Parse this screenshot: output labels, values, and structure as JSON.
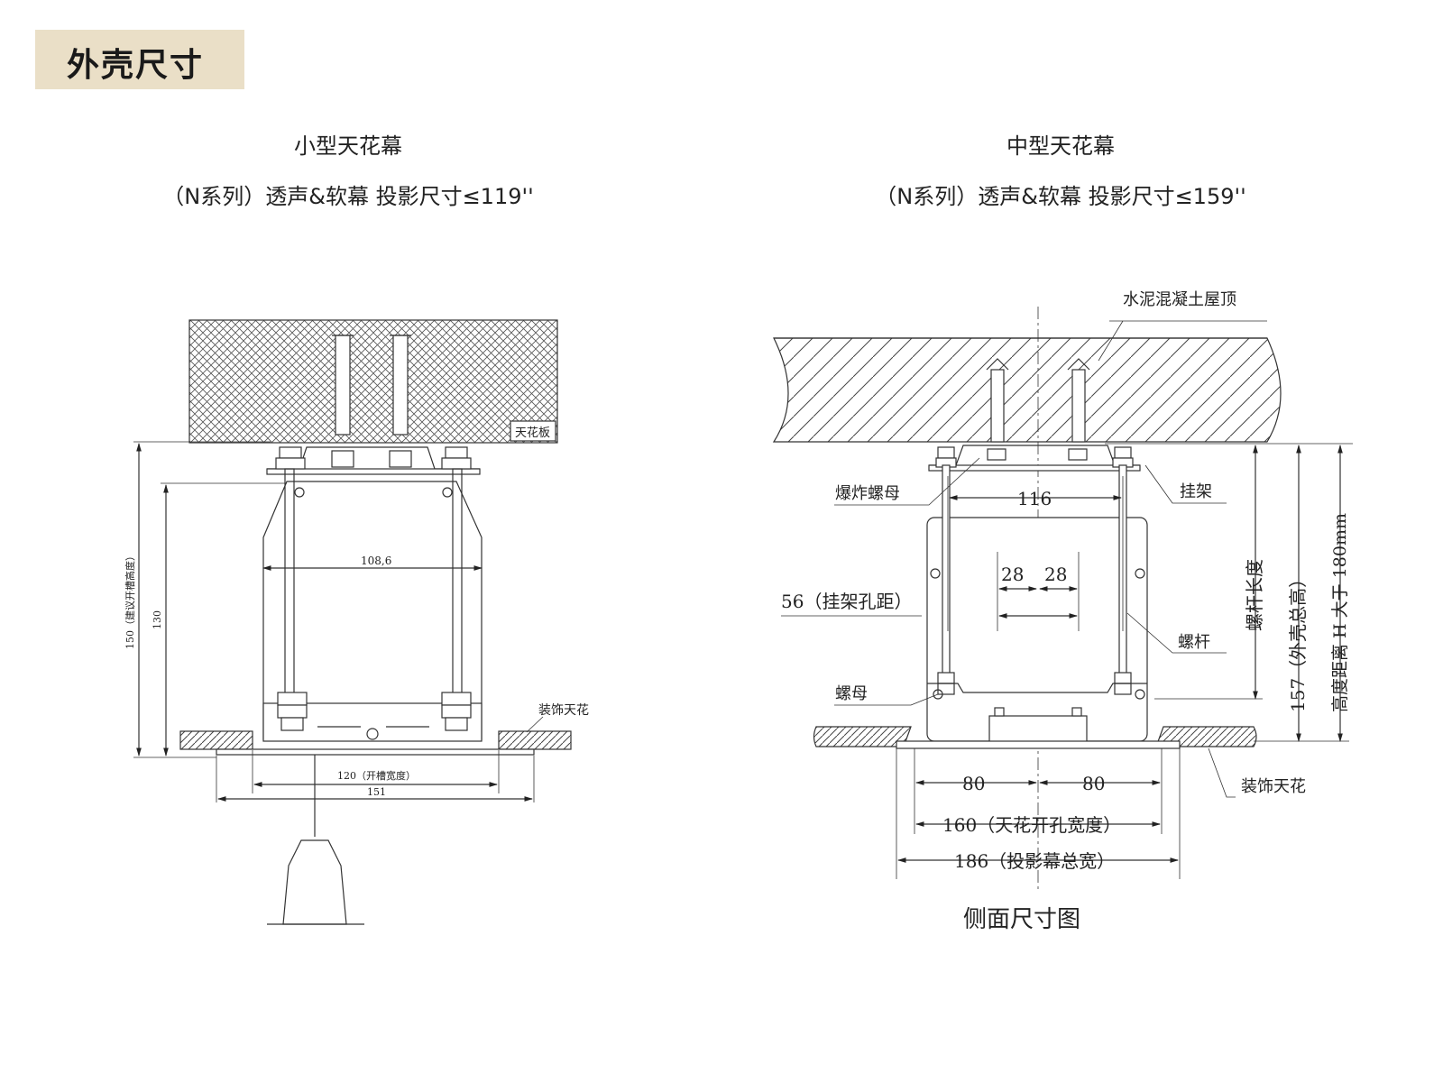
{
  "header": {
    "tag_title": "外壳尺寸"
  },
  "left": {
    "title": "小型天花幕",
    "subtitle": "（N系列）透声&软幕 投影尺寸≤119''",
    "labels": {
      "ceiling_board": "天花板",
      "deco_ceiling": "装饰天花",
      "dim_inner_width": "108,6",
      "dim_height_150": "150（建议开槽高度）",
      "dim_height_130": "130",
      "dim_slot_width": "120（开槽宽度）",
      "dim_total_width": "151"
    }
  },
  "right": {
    "title": "中型天花幕",
    "subtitle": "（N系列）透声&软幕 投影尺寸≤159''",
    "labels": {
      "concrete_roof": "水泥混凝土屋顶",
      "expansion_nut": "爆炸螺母",
      "hanger": "挂架",
      "dim_116": "116",
      "dim_28a": "28",
      "dim_28b": "28",
      "dim_56": "56（挂架孔距）",
      "rod": "螺杆",
      "nut": "螺母",
      "rod_length": "螺杆长度",
      "dim_157": "157（外壳总高）",
      "dim_H": "高度距离 H 大于 180mm",
      "deco_ceiling": "装饰天花",
      "dim_80a": "80",
      "dim_80b": "80",
      "dim_160": "160（天花开孔宽度）",
      "dim_186": "186（投影幕总宽）",
      "caption": "侧面尺寸图"
    }
  }
}
